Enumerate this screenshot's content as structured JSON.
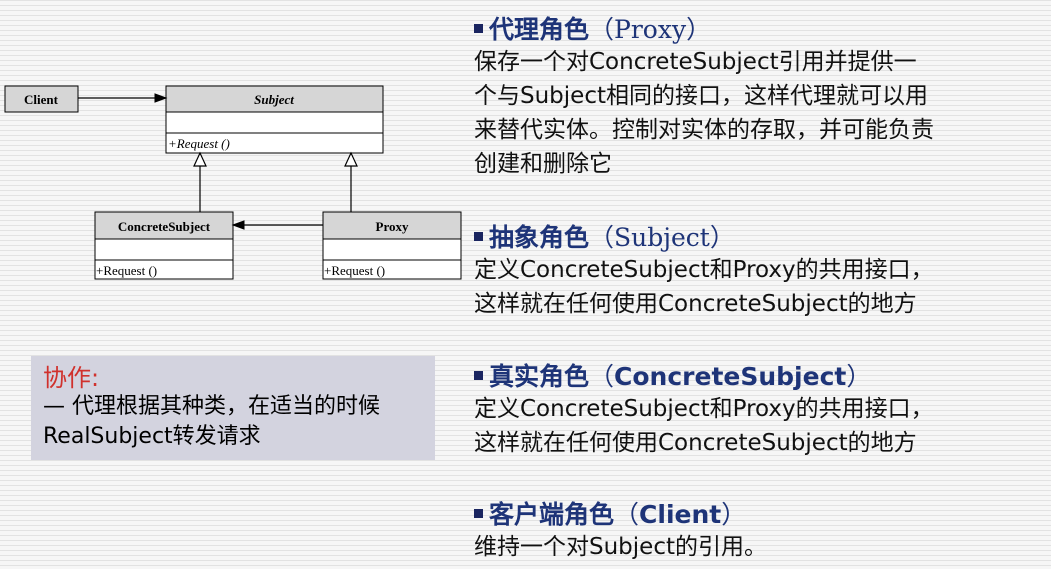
{
  "diagram": {
    "client_label": "Client",
    "subject_label": "Subject",
    "subject_method": "+Request ()",
    "concrete_label": "ConcreteSubject",
    "concrete_method": "+Request ()",
    "proxy_label": "Proxy",
    "proxy_method": "+Request ()"
  },
  "collaboration": {
    "title": "协作:",
    "line1": "— 代理根据其种类，在适当的时候",
    "line2": "RealSubject转发请求"
  },
  "sections": {
    "proxy": {
      "title_cn": "代理角色",
      "paren_open": "（",
      "title_en": "Proxy",
      "paren_close": "）",
      "lines": [
        "保存一个对ConcreteSubject引用并提供一",
        "个与Subject相同的接口，这样代理就可以用",
        "来替代实体。控制对实体的存取，并可能负责",
        "创建和删除它"
      ]
    },
    "subject": {
      "title_cn": "抽象角色",
      "paren_open": "（",
      "title_en": "Subject",
      "paren_close": "）",
      "lines": [
        "定义ConcreteSubject和Proxy的共用接口，",
        "这样就在任何使用ConcreteSubject的地方"
      ]
    },
    "concrete": {
      "title_cn": "真实角色",
      "paren_open": "（",
      "title_en": "ConcreteSubject",
      "paren_close": "）",
      "lines": [
        "定义ConcreteSubject和Proxy的共用接口，",
        "这样就在任何使用ConcreteSubject的地方"
      ]
    },
    "client": {
      "title_cn": "客户端角色",
      "paren_open": "（",
      "title_en": "Client",
      "paren_close": "）",
      "lines": [
        "维持一个对Subject的引用。"
      ]
    }
  }
}
